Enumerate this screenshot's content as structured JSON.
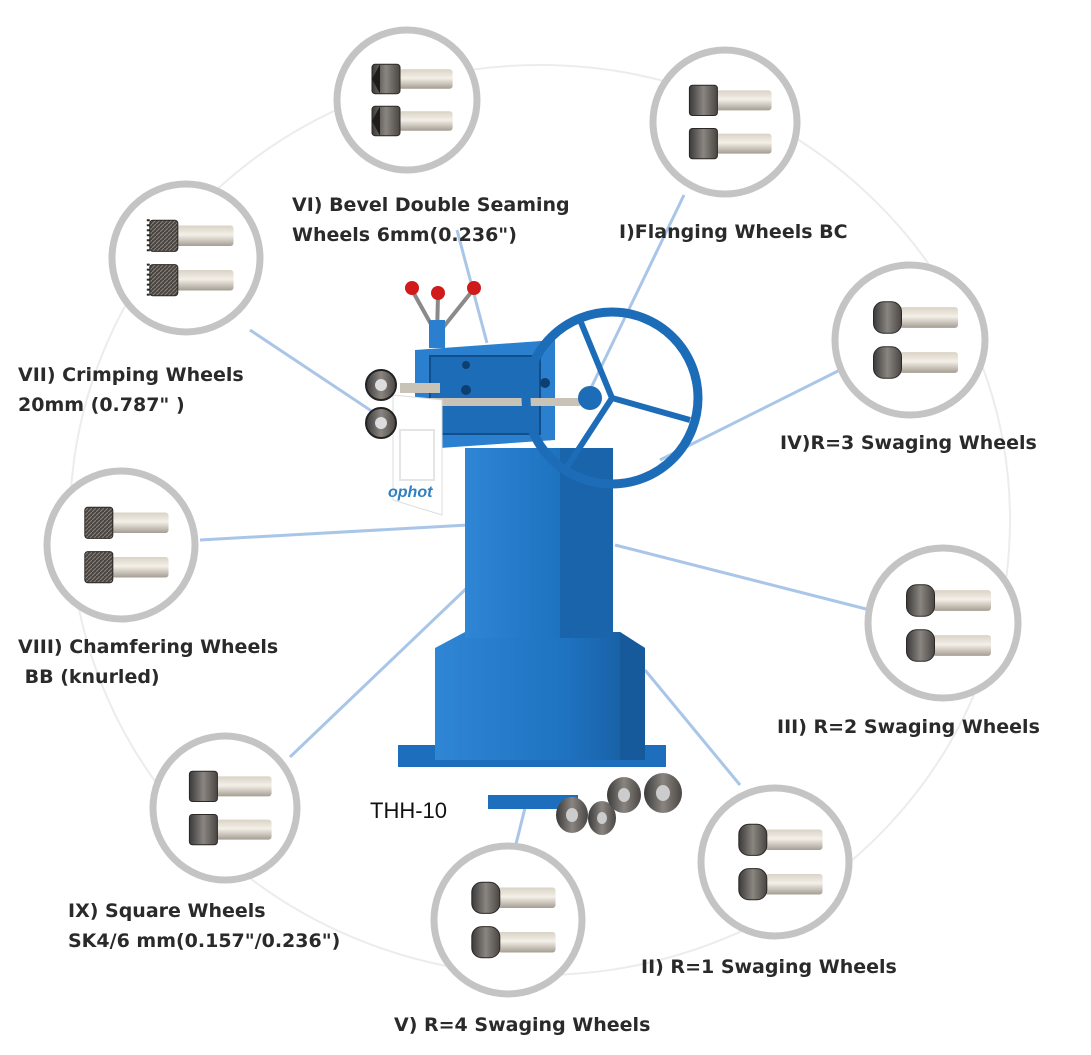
{
  "model": "THH-10",
  "brand": "ophot",
  "colors": {
    "machine": "#1f78c8",
    "machine_dark": "#14528c",
    "ring": "#c4c4c4",
    "connector": "#a9c6e8",
    "knob": "#d11b1b"
  },
  "wheels": [
    {
      "line1": "VI) Bevel Double Seaming",
      "line2": "Wheels 6mm(0.236\")",
      "icon": "bevel-wheel-icon"
    },
    {
      "line1": "I)Flanging Wheels BC",
      "line2": "",
      "icon": "flange-wheel-icon"
    },
    {
      "line1": "VII) Crimping Wheels",
      "line2": "20mm (0.787\" )",
      "icon": "crimp-wheel-icon"
    },
    {
      "line1": "IV)R=3 Swaging Wheels",
      "line2": "",
      "icon": "swage-wheel-icon"
    },
    {
      "line1": "VIII) Chamfering Wheels",
      "line2": " BB (knurled)",
      "icon": "knurled-wheel-icon"
    },
    {
      "line1": "III) R=2 Swaging Wheels",
      "line2": "",
      "icon": "swage-wheel-icon"
    },
    {
      "line1": "IX) Square Wheels",
      "line2": "SK4/6 mm(0.157\"/0.236\")",
      "icon": "square-wheel-icon"
    },
    {
      "line1": "II) R=1 Swaging Wheels",
      "line2": "",
      "icon": "swage-wheel-icon"
    },
    {
      "line1": "V) R=4 Swaging Wheels",
      "line2": "",
      "icon": "swage-wheel-icon"
    }
  ]
}
